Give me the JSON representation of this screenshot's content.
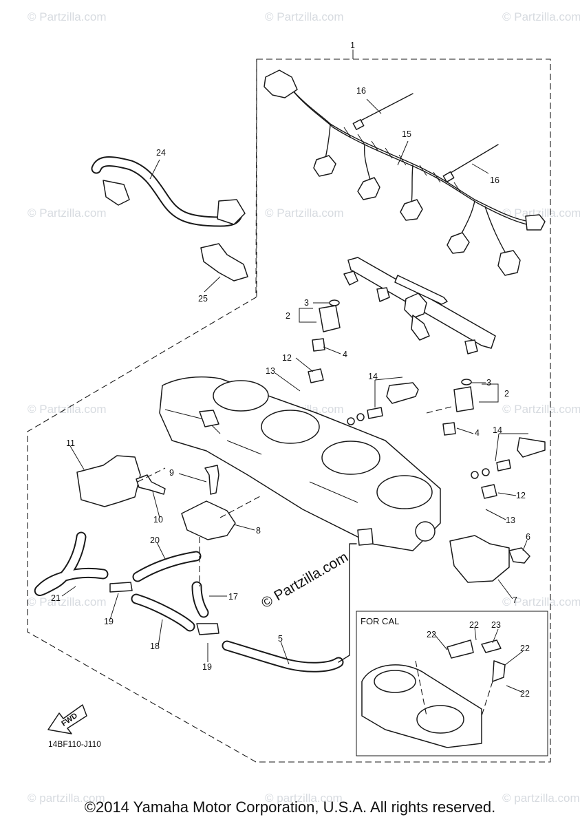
{
  "watermarks": {
    "text": "© Partzilla.com",
    "lower_text": "© partzilla.com",
    "center_text": "© Partzilla.com"
  },
  "callouts": [
    "1",
    "2",
    "3",
    "4",
    "5",
    "6",
    "7",
    "8",
    "9",
    "10",
    "11",
    "12",
    "13",
    "14",
    "15",
    "16",
    "17",
    "18",
    "19",
    "20",
    "21",
    "22",
    "23",
    "24",
    "25"
  ],
  "inset": {
    "title": "FOR CAL"
  },
  "fwd_arrow": {
    "label": "FWD"
  },
  "diagram_code": "14BF110-J110",
  "footer": {
    "copyright": "©2014 Yamaha Motor Corporation, U.S.A. All rights reserved."
  }
}
